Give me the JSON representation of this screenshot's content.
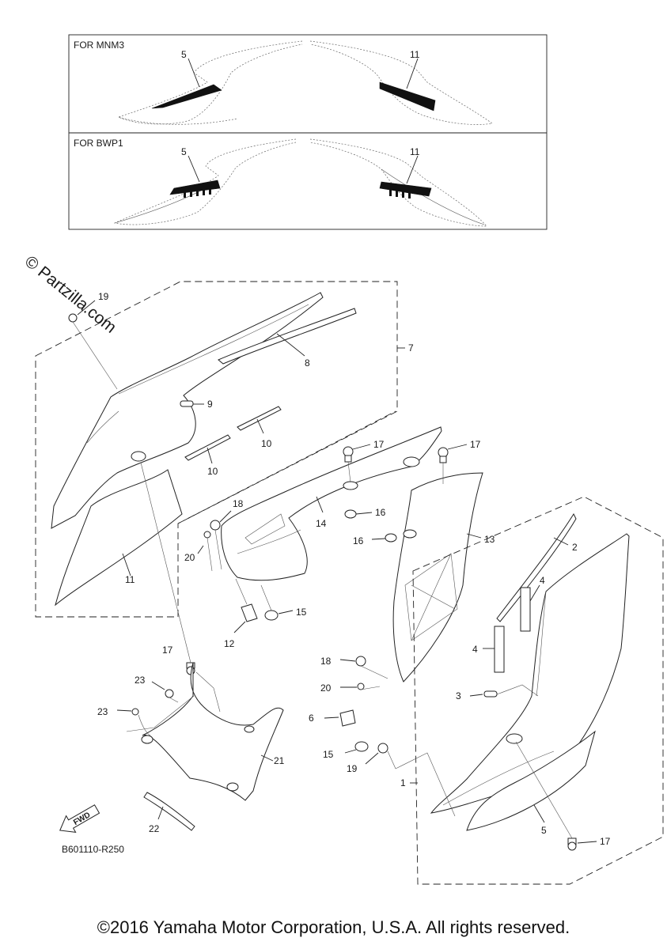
{
  "variants": [
    {
      "title": "FOR MNM3",
      "left_part": "5",
      "right_part": "11"
    },
    {
      "title": "FOR BWP1",
      "left_part": "5",
      "right_part": "11"
    }
  ],
  "watermark": "© Partzilla.com",
  "callouts": {
    "p1": "1",
    "p2": "2",
    "p3": "3",
    "p4a": "4",
    "p4b": "4",
    "p5": "5",
    "p6": "6",
    "p7": "7",
    "p8": "8",
    "p9": "9",
    "p10a": "10",
    "p10b": "10",
    "p11": "11",
    "p12": "12",
    "p13": "13",
    "p14": "14",
    "p15a": "15",
    "p15b": "15",
    "p16a": "16",
    "p16b": "16",
    "p17a": "17",
    "p17b": "17",
    "p17c": "17",
    "p17d": "17",
    "p18a": "18",
    "p18b": "18",
    "p19a": "19",
    "p19b": "19",
    "p20a": "20",
    "p20b": "20",
    "p21": "21",
    "p22": "22",
    "p23a": "23",
    "p23b": "23"
  },
  "fwd_label": "FWD",
  "diagram_code": "B601110-R250",
  "copyright": "©2016 Yamaha Motor Corporation, U.S.A. All rights reserved."
}
